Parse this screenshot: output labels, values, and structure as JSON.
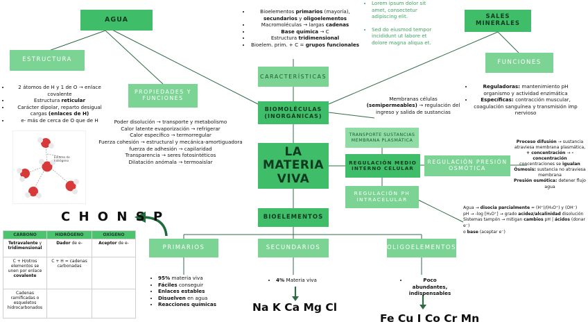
{
  "colors": {
    "dark_green": "#3fbd68",
    "light_green": "#7bd493",
    "text_green": "#3ea360",
    "line": "#2e6b45"
  },
  "main": {
    "line1": "LA",
    "line2": "MATERIA",
    "line3": "VIVA"
  },
  "agua": {
    "title": "AGUA",
    "estructura": {
      "title": "ESTRUCTURA",
      "items": [
        {
          "pre": "2 átomos de H y 1 de O → enlace covalente",
          "bold": "",
          "post": ""
        },
        {
          "pre": "Estructura ",
          "bold": "reticular",
          "post": ""
        },
        {
          "pre": "Carácter dipolar, reparto desigual cargas ",
          "bold": "(enlaces de H)",
          "post": ""
        },
        {
          "pre": "e- más de cerca de O que de H",
          "bold": "",
          "post": ""
        }
      ],
      "molecule_label": "Enlaces de hidrógeno"
    },
    "propiedades": {
      "title": "PROPIEDADES Y FUNCIONES",
      "items": [
        "Poder disolución → transporte y metabolismo",
        "Calor latente evaporización → refrigerar",
        "Calor específico → termorregular",
        "Fuerza cohesión → estructural y mecánica-amortiguadora",
        "fuerza de adhesión → capilaridad",
        "Transparencia → seres fotosintéticos",
        "Dilatación anómala → termoaislar"
      ]
    }
  },
  "caracteristicas": {
    "title": "CARACTERÍSTICAS",
    "items": [
      {
        "pre": "Bioelementos ",
        "bold": "primarios",
        "post": " (mayoría), "
      },
      {
        "pre": "",
        "bold": "secundarios",
        "post": " y "
      },
      {
        "pre": "",
        "bold": "oligoelementos",
        "post": ""
      },
      {
        "pre": "Macromoléculas → largas ",
        "bold": "cadenas",
        "post": ""
      },
      {
        "pre": "",
        "bold": "Base química",
        "post": " → C"
      },
      {
        "pre": "Estructura ",
        "bold": "tridimensional",
        "post": ""
      },
      {
        "pre": "Bioelem. prim. + C = ",
        "bold": "grupos funcionales",
        "post": ""
      }
    ]
  },
  "lorem": {
    "items": [
      "Lorem ipsum dolor sit amet, consectetur adipiscing elit.",
      "Sed do eiusmod tempor incididunt ut labore et dolore magna aliqua et."
    ]
  },
  "sales": {
    "title": "SALES MINERALES",
    "funciones": {
      "title": "FUNCIONES",
      "items": [
        {
          "bold": "Reguladoras:",
          "rest": " mantenimiento pH organismo y actividad enzimática"
        },
        {
          "bold": "Específicas:",
          "rest": " contracción muscular, coagulación sanguínea y transmisión imp nervioso"
        }
      ]
    }
  },
  "biomoleculas": {
    "title": "BIOMOLÉCULAS (INORGÁNICAS)"
  },
  "membranas": {
    "pre": "Membranas células ",
    "bold": "(semipermeables)",
    "post": " → regulación del ingreso y salida de sustancias"
  },
  "transporte": {
    "title": "TRANSPORTE SUSTANCIAS MEMBRANA PLASMÁTICA"
  },
  "regulacion_medio": {
    "title": "REGULACIÓN MEDIO INTERNO CELULAR"
  },
  "regulacion_osmotica": {
    "title": "REGULACIÓN PRESIÓN OSMÓTICA",
    "items": [
      {
        "bold": "Proceso difusión",
        "rest": " → sustancia atraviesa membrana plasmática,"
      },
      {
        "bold": "+ concentración",
        "rest": " → "
      },
      {
        "bold": "- concentración",
        "rest": ""
      },
      {
        "bold": "",
        "rest": "concentraciones se "
      },
      {
        "bold": "igualan",
        "rest": ""
      },
      {
        "bold": "Ósmosis:",
        "rest": " sustancia no atraviesa membrana"
      },
      {
        "bold": "Presión osmótica:",
        "rest": " detener flujo agua"
      }
    ]
  },
  "regulacion_ph": {
    "title": "REGULACIÓN PH INTRACELULAR",
    "text": {
      "l1_pre": "Agua → ",
      "l1_bold": "disocia parcialmente",
      "l1_post": " = (H⁺)/(H₃O⁺) y (OH⁻)",
      "l2_pre": "pH → -log [H₃O⁺] → grado ",
      "l2_bold": "acidez/alcalinidad",
      "l2_post": " disolución",
      "l3_pre": "Sistemas tampón → mitigan ",
      "l3_bold": "cambios",
      "l3_mid": " pH | ",
      "l3_bold2": "ácidos",
      "l3_post": " (donar e⁻)",
      "l4_pre": "o ",
      "l4_bold": "base",
      "l4_post": " (aceptar e⁻)"
    }
  },
  "bioelementos": {
    "title": "BIOELEMENTOS",
    "chonsp": "C H O N S P",
    "primarios": {
      "title": "PRIMARIOS",
      "items": [
        {
          "bold": "95%",
          "rest": " materia viva"
        },
        {
          "bold": "Fáciles",
          "rest": " conseguir"
        },
        {
          "bold": "Enlaces estables",
          "rest": ""
        },
        {
          "bold": "Disuelven",
          "rest": " en agua"
        },
        {
          "bold": "Reacciones químicas",
          "rest": ""
        }
      ]
    },
    "secundarios": {
      "title": "SECUNDARIOS",
      "items": [
        {
          "bold": "4%",
          "rest": " Materia viva"
        }
      ],
      "elements": "Na K Ca Mg Cl"
    },
    "oligoelementos": {
      "title": "OLIGOELEMENTOS",
      "items": [
        {
          "bold": "Poco abundantes, indispensables",
          "rest": ""
        }
      ],
      "elements": "Fe Cu I Co Cr Mn"
    }
  },
  "table": {
    "headers": [
      "CARBONO",
      "HIDRÓGENO",
      "OXÍGENO"
    ],
    "r1": {
      "c1_bold": "Tetravalente",
      "c1_rest": " y ",
      "c1_bold2": "tridimensional",
      "c2_bold": "Dador",
      "c2_rest": " de e-",
      "c3_bold": "Aceptor",
      "c3_rest": " de e-"
    },
    "r2": {
      "c1_pre": "C + H/otros elementos se unen por enlace ",
      "c1_bold": "covalente",
      "c2": "C + H = cadenas carbonadas",
      "c3": ""
    },
    "r3": {
      "c1": "Cadenas ramificadas o esqueletos hidrocarbonados",
      "c2": "",
      "c3": ""
    }
  }
}
